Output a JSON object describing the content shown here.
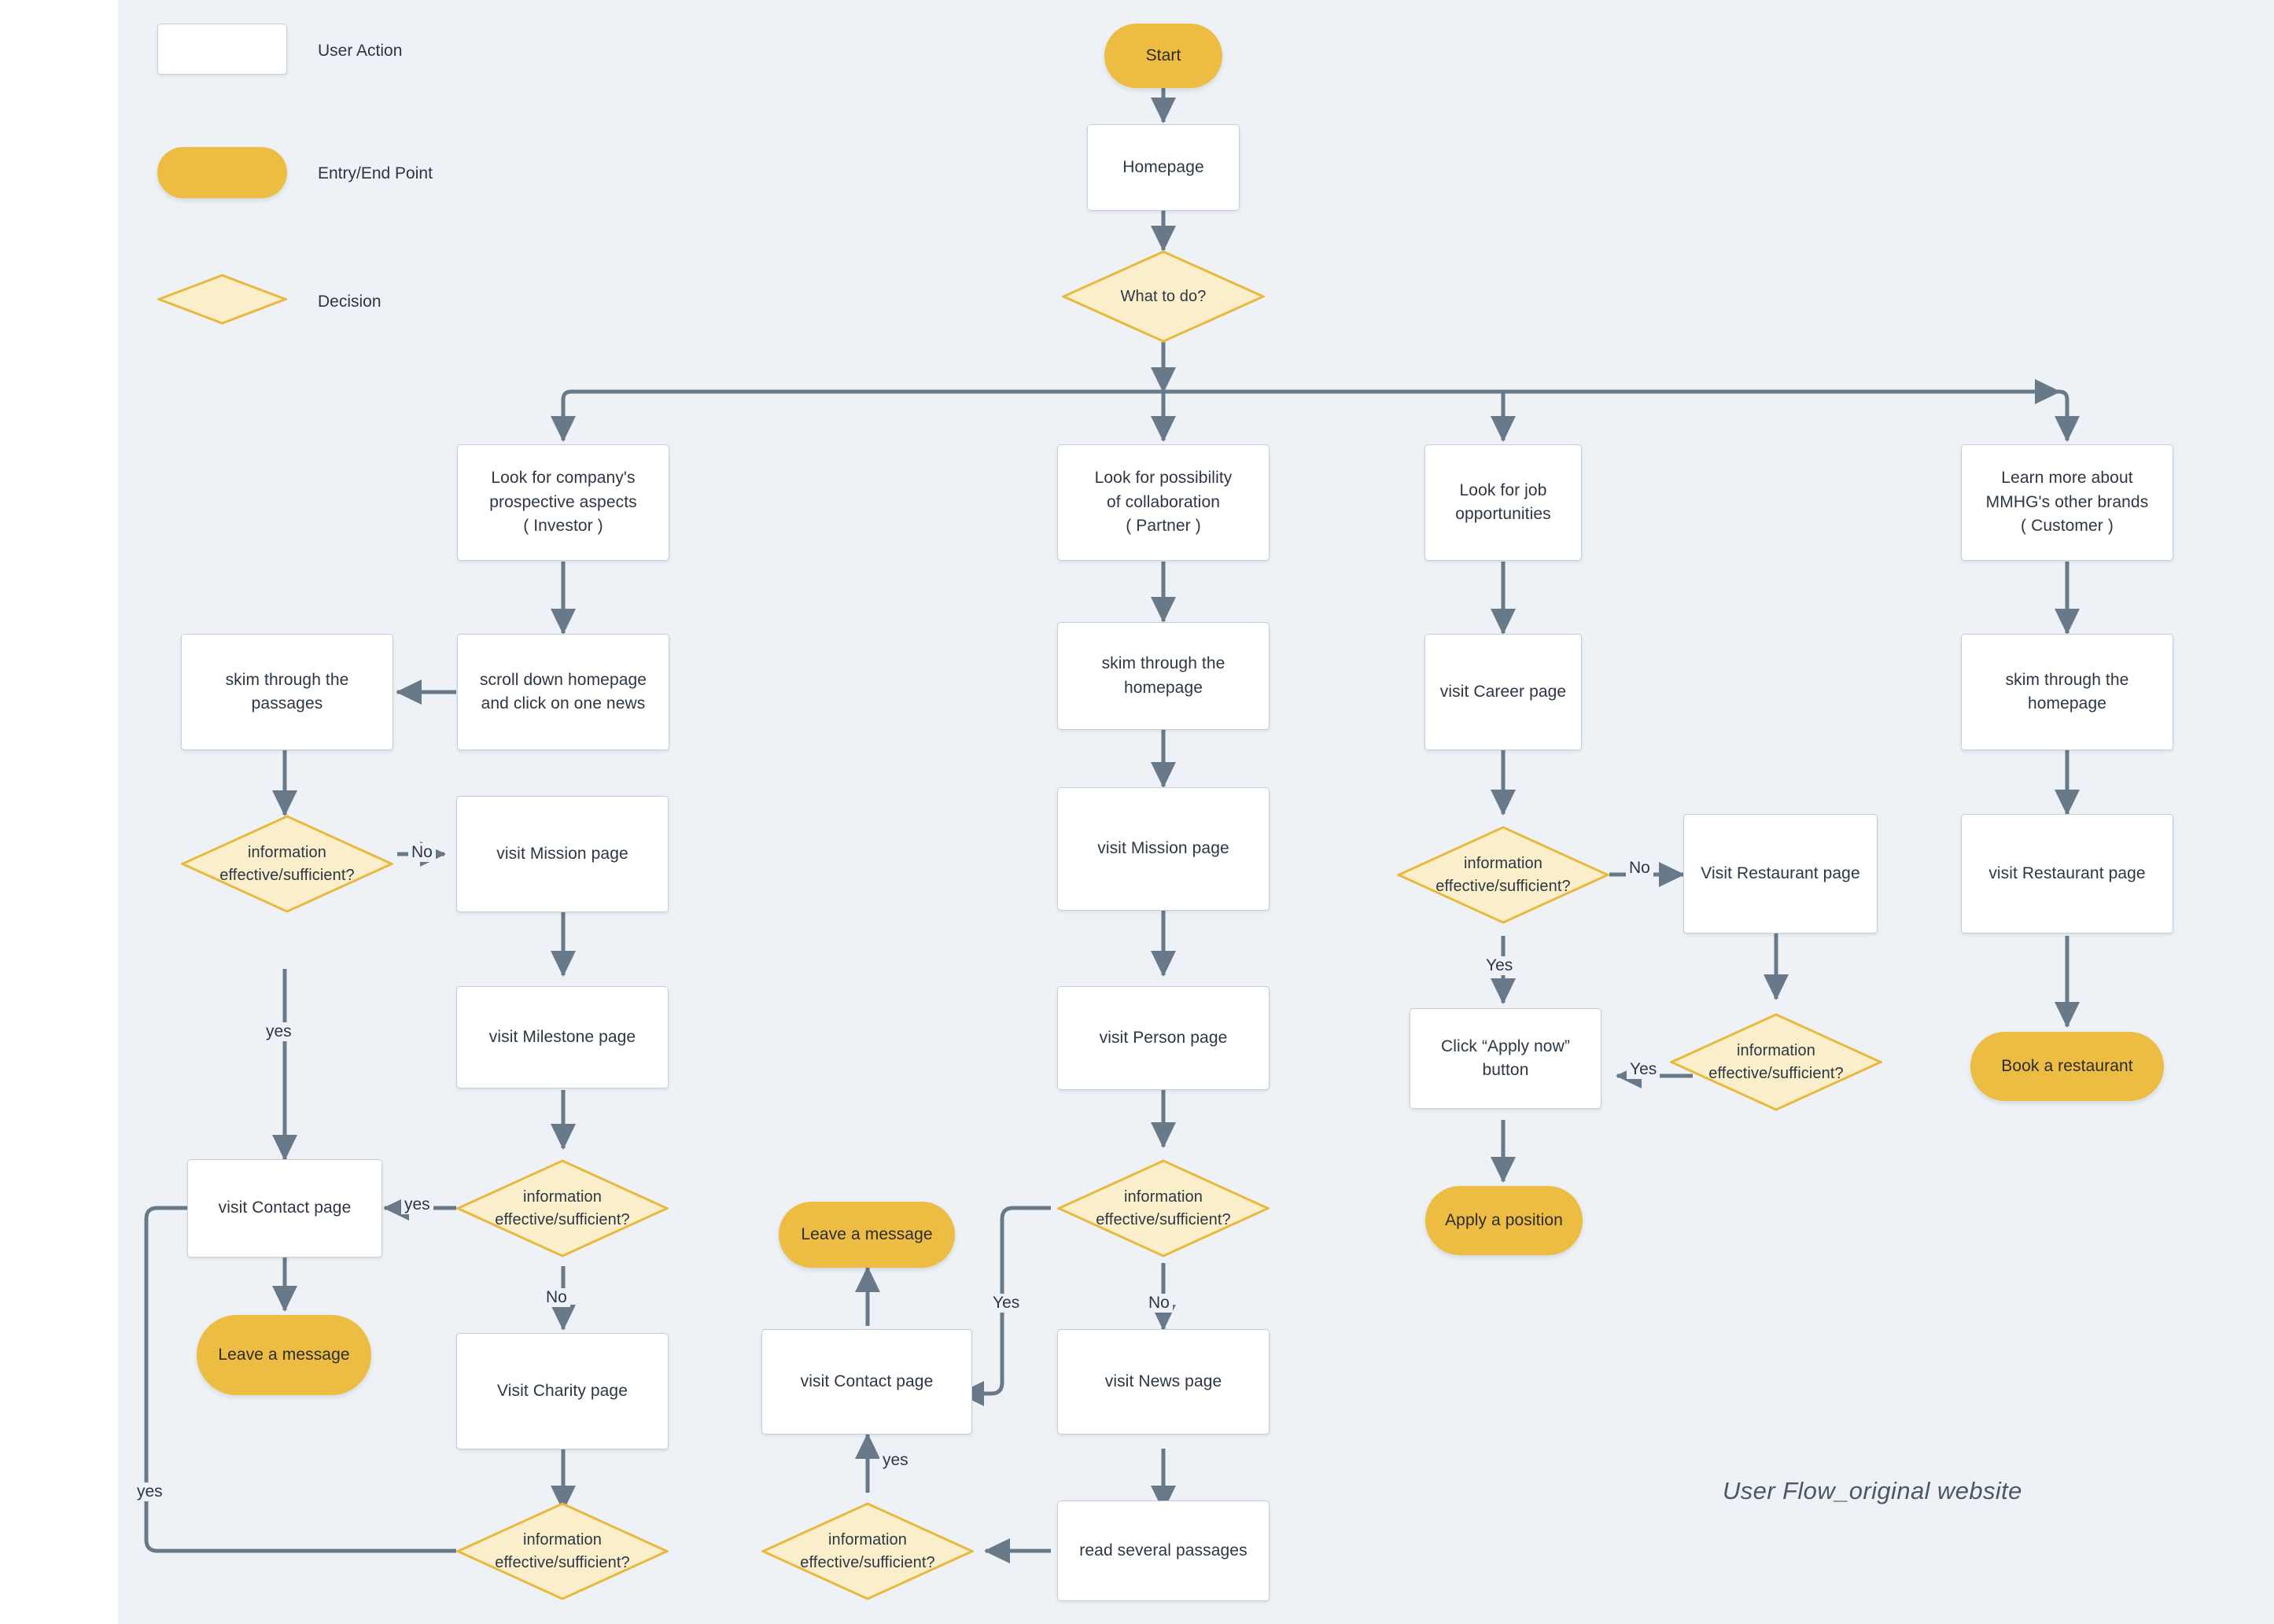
{
  "canvas": {
    "background": "#ffffff",
    "board_background": "#eef2f6",
    "accent_yellow": "#edbd43",
    "decision_fill": "#fbeecb",
    "decision_stroke": "#e8b93e",
    "node_stroke": "#c6cfd8",
    "wire_color": "#68798a",
    "text_color": "#2c3744"
  },
  "caption": "User Flow_original website",
  "legend": {
    "items": [
      {
        "shape": "rectangle",
        "label": "User Action"
      },
      {
        "shape": "pill",
        "label": "Entry/End Point"
      },
      {
        "shape": "diamond",
        "label": "Decision"
      }
    ]
  },
  "nodes": {
    "start": "Start",
    "homepage": "Homepage",
    "what_to_do": "What to do?",
    "branch_investor": "Look for company's\nprospective aspects\n( Investor )",
    "branch_partner": "Look for possibility\nof collaboration\n( Partner )",
    "branch_job": "Look for job\nopportunities",
    "branch_customer": "Learn more about\nMMHG's other brands\n( Customer )",
    "inv_scroll": "scroll down homepage\nand click on one news",
    "inv_skim": "skim through the passages",
    "inv_dec1": "information\neffective/sufficient?",
    "inv_mission": "visit Mission page",
    "inv_milestone": "visit Milestone page",
    "inv_dec2": "information\neffective/sufficient?",
    "inv_contact": "visit Contact page",
    "inv_leave": "Leave a message",
    "inv_charity": "Visit Charity page",
    "inv_dec3": "information\neffective/sufficient?",
    "par_skim": "skim through the homepage",
    "par_mission": "visit Mission page",
    "par_person": "visit Person page",
    "par_dec1": "information\neffective/sufficient?",
    "par_leave": "Leave a message",
    "par_contact": "visit Contact page",
    "par_news": "visit News page",
    "par_read": "read several passages",
    "par_dec2": "information\neffective/sufficient?",
    "job_career": "visit Career page",
    "job_dec1": "information\neffective/sufficient?",
    "job_restaurant": "Visit Restaurant page",
    "job_dec2": "information\neffective/sufficient?",
    "job_apply_btn": "Click “Apply now” button",
    "job_apply_end": "Apply a position",
    "cus_skim": "skim through the homepage",
    "cus_restaurant": "visit Restaurant page",
    "cus_book": "Book a restaurant"
  },
  "edge_labels": {
    "inv_dec1_no": "No",
    "inv_dec1_yes": "yes",
    "inv_dec2_yes": "yes",
    "inv_dec2_no": "No",
    "inv_dec3_yes": "yes",
    "par_dec1_yes": "Yes",
    "par_dec1_no": "No",
    "par_dec2_yes": "yes",
    "job_dec1_no": "No",
    "job_dec1_yes": "Yes",
    "job_dec2_yes": "Yes"
  }
}
